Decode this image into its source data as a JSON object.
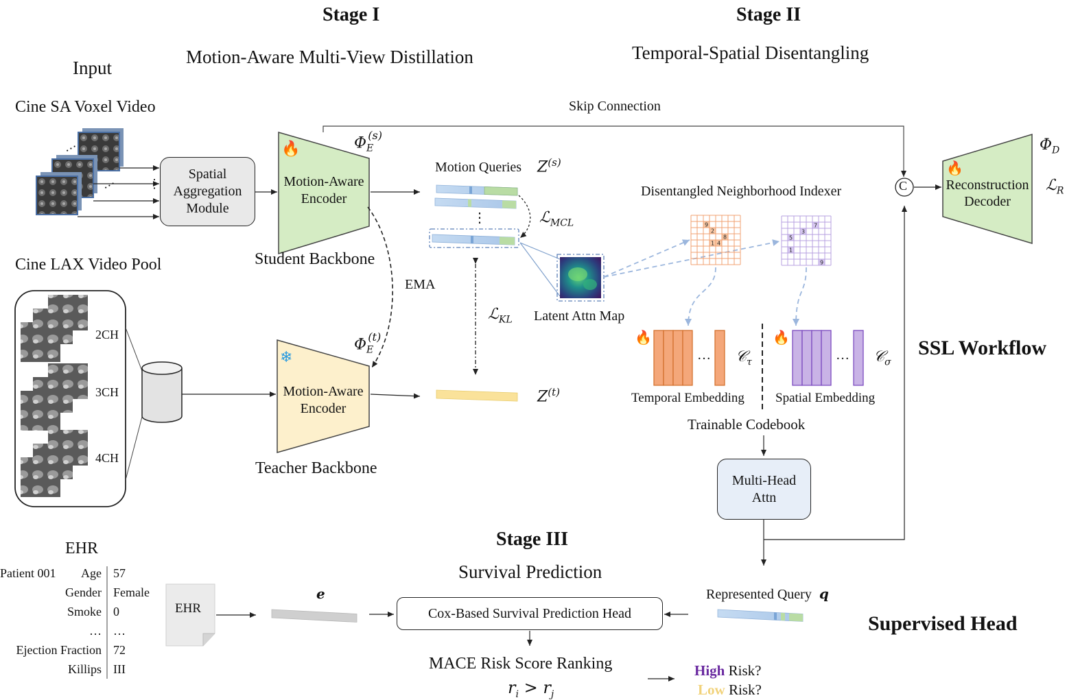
{
  "stages": {
    "stage1": {
      "title": "Stage I",
      "subtitle": "Motion-Aware Multi-View Distillation"
    },
    "stage2": {
      "title": "Stage II",
      "subtitle": "Temporal-Spatial Disentangling"
    },
    "stage3": {
      "title": "Stage III",
      "subtitle": "Survival Prediction"
    }
  },
  "input": {
    "title": "Input",
    "sa_label": "Cine SA Voxel Video",
    "lax_label": "Cine LAX Video Pool",
    "views": [
      "2CH",
      "3CH",
      "4CH"
    ]
  },
  "modules": {
    "spatial_agg": "Spatial\nAggregation\nModule",
    "student_encoder": "Motion-Aware\nEncoder",
    "teacher_encoder": "Motion-Aware\nEncoder",
    "student_backbone": "Student Backbone",
    "teacher_backbone": "Teacher Backbone",
    "ema": "EMA",
    "skip_connection": "Skip Connection",
    "decoder": "Reconstruction\nDecoder",
    "multi_head": "Multi-Head\nAttn",
    "cox_head": "Cox-Based Survival Prediction Head",
    "ehr_doc": "EHR"
  },
  "math": {
    "phi_student": "Φ",
    "phi_student_sub": "E",
    "phi_student_sup": "(s)",
    "phi_teacher": "Φ",
    "phi_teacher_sub": "E",
    "phi_teacher_sup": "(t)",
    "phi_decoder": "Φ",
    "phi_decoder_sub": "D",
    "loss_r": "ℒ",
    "loss_r_sub": "R",
    "loss_mcl": "ℒ",
    "loss_mcl_sub": "MCL",
    "loss_kl": "ℒ",
    "loss_kl_sub": "KL",
    "z_s": "Z",
    "z_s_sup": "(s)",
    "z_t": "Z",
    "z_t_sup": "(t)",
    "c_tau": "𝒞",
    "c_tau_sub": "τ",
    "c_sigma": "𝒞",
    "c_sigma_sub": "σ",
    "e": "e",
    "q": "q",
    "ranking": "r",
    "ranking_sub_i": "i",
    "ranking_gt": " > ",
    "ranking_sub_j": "j"
  },
  "labels": {
    "motion_queries": "Motion Queries",
    "dni": "Disentangled Neighborhood Indexer",
    "latent_attn": "Latent Attn Map",
    "temporal_emb": "Temporal Embedding",
    "spatial_emb": "Spatial Embedding",
    "codebook": "Trainable Codebook",
    "ssl_workflow": "SSL Workflow",
    "represented_query": "Represented Query",
    "supervised_head": "Supervised Head",
    "mace": "MACE Risk Score Ranking",
    "high": "High",
    "low": "Low",
    "risk_q": "Risk?",
    "ehr_title": "EHR",
    "dots": "…",
    "vdots": "⋮",
    "concat": "C"
  },
  "grid_numbers": {
    "temporal": [
      "9",
      "2",
      "8",
      "1",
      "4"
    ],
    "spatial": [
      "7",
      "3",
      "5",
      "1",
      "9"
    ]
  },
  "ehr": {
    "patient": "Patient 001",
    "rows": [
      {
        "key": "Age",
        "value": "57"
      },
      {
        "key": "Gender",
        "value": "Female"
      },
      {
        "key": "Smoke",
        "value": "0"
      },
      {
        "key": "…",
        "value": "…"
      },
      {
        "key": "Ejection Fraction",
        "value": "72"
      },
      {
        "key": "Killips",
        "value": "III"
      }
    ]
  },
  "colors": {
    "encoder_student": "#d5ecc4",
    "encoder_teacher": "#fdf0cc",
    "temporal": "#f4a77a",
    "spatial": "#c9b3e6",
    "query_blue": "#b9d3ee",
    "query_green": "#b9dca4",
    "teacher_token": "#fae29a",
    "high": "#6a2aa0",
    "low": "#f1d27a"
  },
  "icons": [
    "flame-icon",
    "snowflake-icon",
    "database-icon",
    "document-icon"
  ]
}
